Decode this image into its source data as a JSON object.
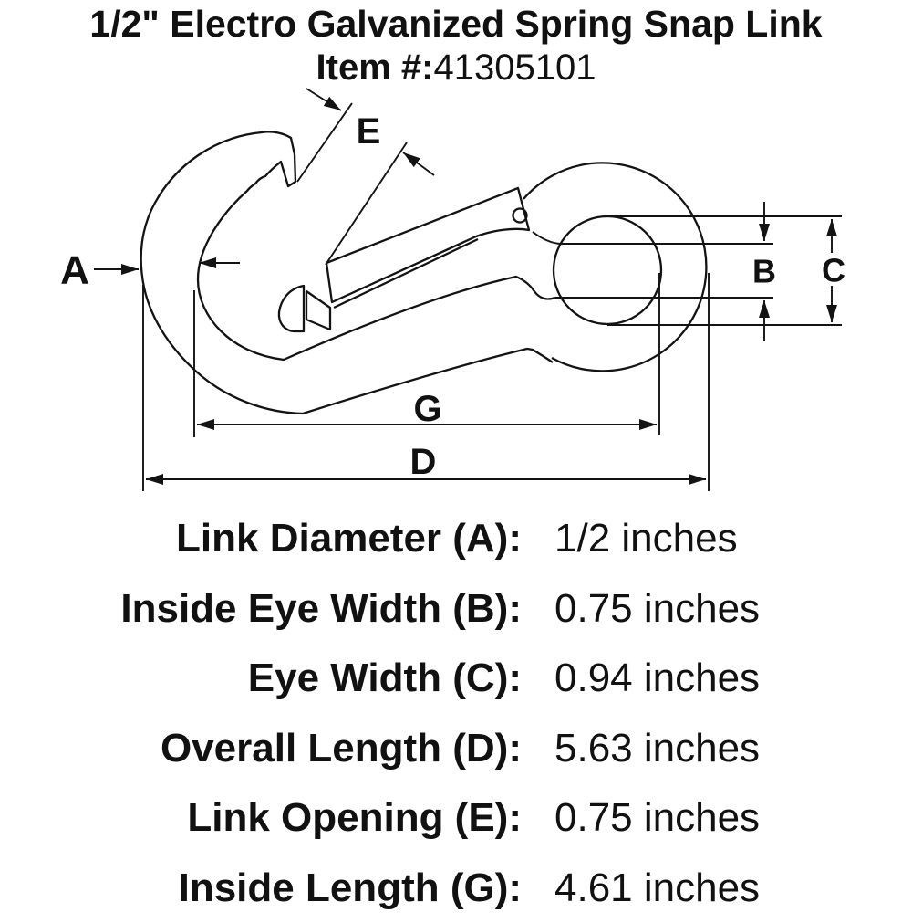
{
  "header": {
    "title": "1/2\" Electro Galvanized Spring Snap Link",
    "item_label": "Item #:",
    "item_value": "41305101"
  },
  "diagram": {
    "dimension_labels": {
      "a": "A",
      "b": "B",
      "c": "C",
      "d": "D",
      "e": "E",
      "g": "G"
    }
  },
  "specs": {
    "rows": [
      {
        "label": "Link Diameter (A):",
        "value": "1/2 inches"
      },
      {
        "label": "Inside Eye Width (B):",
        "value": "0.75 inches"
      },
      {
        "label": "Eye Width (C):",
        "value": "0.94 inches"
      },
      {
        "label": "Overall Length (D):",
        "value": "5.63 inches"
      },
      {
        "label": "Link Opening (E):",
        "value": "0.75 inches"
      },
      {
        "label": "Inside Length (G):",
        "value": "4.61 inches"
      }
    ]
  }
}
